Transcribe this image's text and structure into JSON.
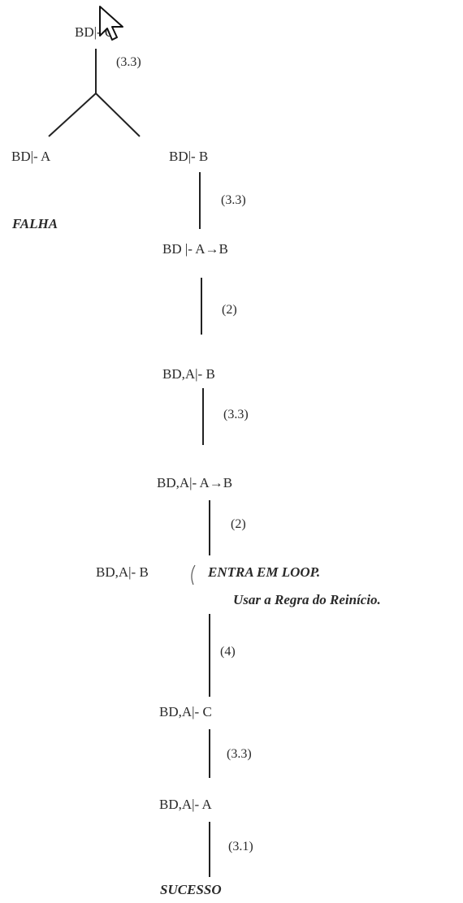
{
  "root": "BD|- C",
  "root_rule": "(3.3)",
  "left_branch": {
    "goal": "BD|- A",
    "result": "FALHA"
  },
  "steps": [
    {
      "goal": "BD|- B",
      "rule": "(3.3)"
    },
    {
      "goal": "BD |- A→B",
      "rule": "(2)"
    },
    {
      "goal": "BD,A|- B",
      "rule": "(3.3)"
    },
    {
      "goal": "BD,A|- A→B",
      "rule": "(2)"
    },
    {
      "goal": "BD,A|- B",
      "rule": "(4)"
    },
    {
      "goal": "BD,A|- C",
      "rule": "(3.3)"
    },
    {
      "goal": "BD,A|- A",
      "rule": "(3.1)"
    }
  ],
  "loop_note": {
    "line1": "ENTRA EM LOOP.",
    "line2": "Usar a Regra do Reinício."
  },
  "result": "SUCESSO",
  "icons": {
    "cursor": "arrow-cursor-icon"
  }
}
